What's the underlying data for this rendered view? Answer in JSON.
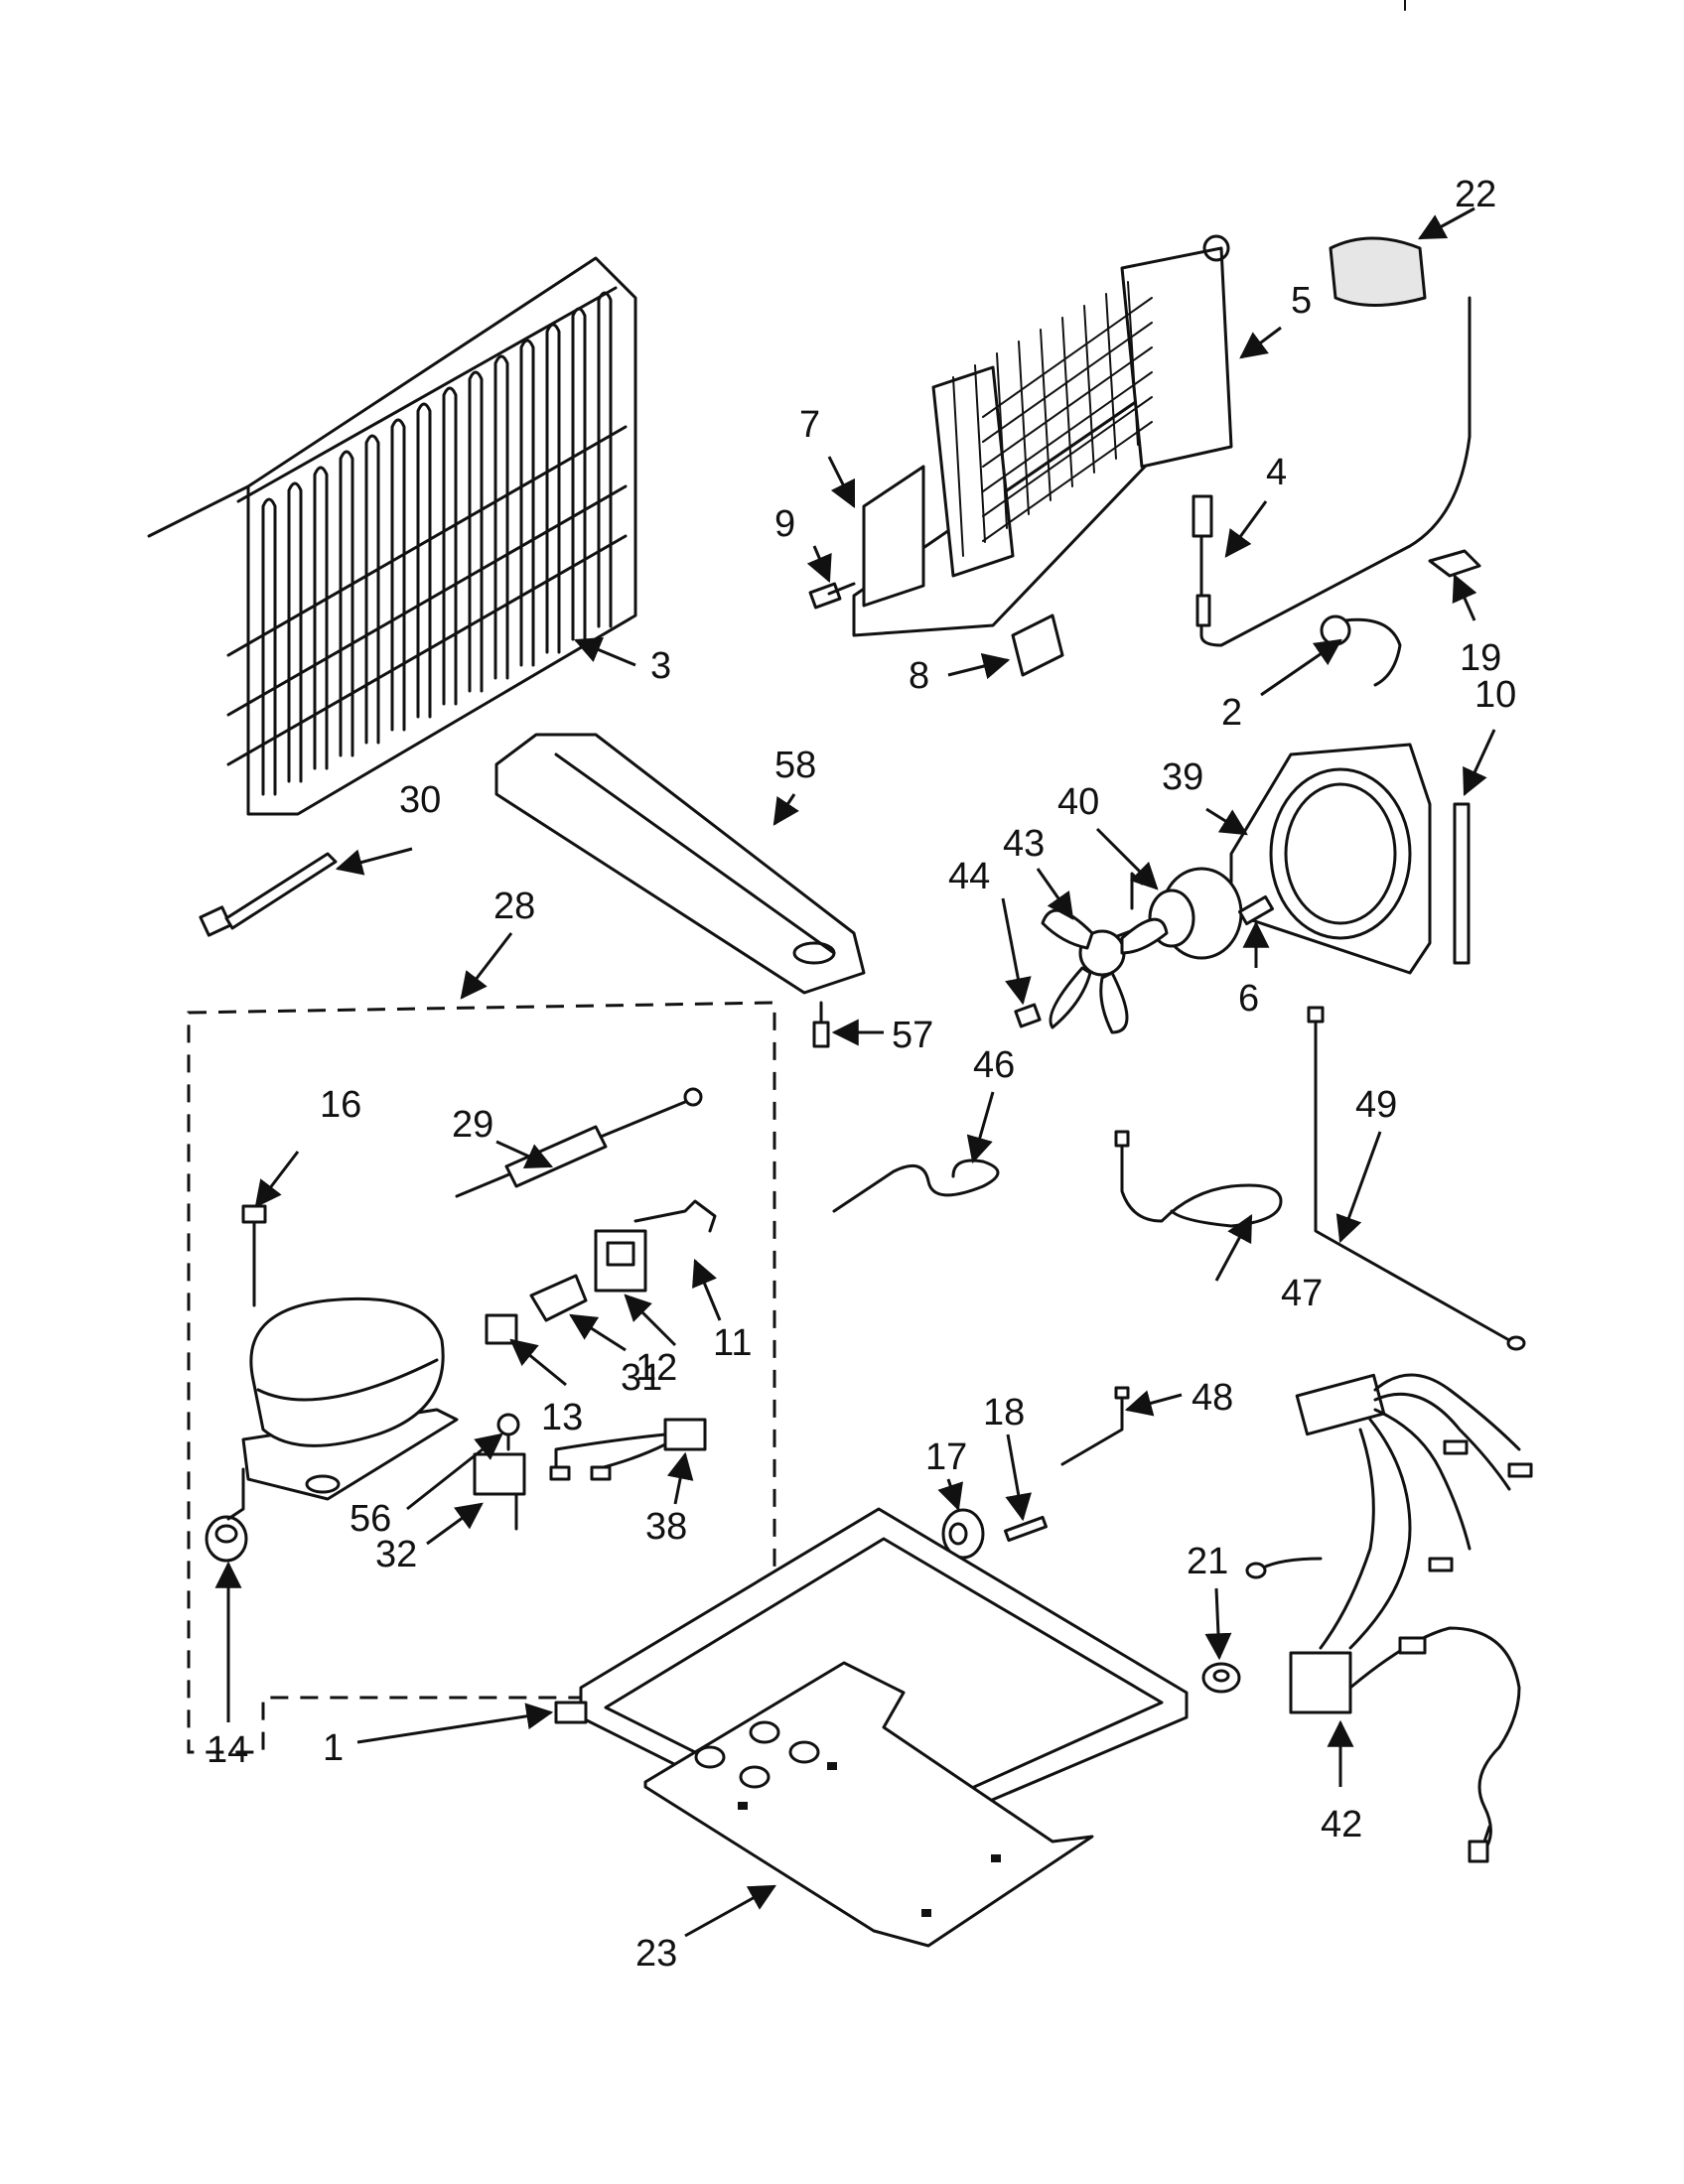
{
  "diagram": {
    "callouts": [
      {
        "id": "c1",
        "text": "1"
      },
      {
        "id": "c2",
        "text": "2"
      },
      {
        "id": "c3",
        "text": "3"
      },
      {
        "id": "c4",
        "text": "4"
      },
      {
        "id": "c5",
        "text": "5"
      },
      {
        "id": "c6",
        "text": "6"
      },
      {
        "id": "c7",
        "text": "7"
      },
      {
        "id": "c8",
        "text": "8"
      },
      {
        "id": "c9",
        "text": "9"
      },
      {
        "id": "c10",
        "text": "10"
      },
      {
        "id": "c11",
        "text": "11"
      },
      {
        "id": "c12",
        "text": "12"
      },
      {
        "id": "c13",
        "text": "13"
      },
      {
        "id": "c14",
        "text": "14"
      },
      {
        "id": "c16",
        "text": "16"
      },
      {
        "id": "c17",
        "text": "17"
      },
      {
        "id": "c18",
        "text": "18"
      },
      {
        "id": "c19",
        "text": "19"
      },
      {
        "id": "c21",
        "text": "21"
      },
      {
        "id": "c22",
        "text": "22"
      },
      {
        "id": "c23",
        "text": "23"
      },
      {
        "id": "c28",
        "text": "28"
      },
      {
        "id": "c29",
        "text": "29"
      },
      {
        "id": "c30",
        "text": "30"
      },
      {
        "id": "c31",
        "text": "31"
      },
      {
        "id": "c32",
        "text": "32"
      },
      {
        "id": "c38",
        "text": "38"
      },
      {
        "id": "c39",
        "text": "39"
      },
      {
        "id": "c40",
        "text": "40"
      },
      {
        "id": "c42",
        "text": "42"
      },
      {
        "id": "c43",
        "text": "43"
      },
      {
        "id": "c44",
        "text": "44"
      },
      {
        "id": "c46",
        "text": "46"
      },
      {
        "id": "c47",
        "text": "47"
      },
      {
        "id": "c48",
        "text": "48"
      },
      {
        "id": "c49",
        "text": "49"
      },
      {
        "id": "c56",
        "text": "56"
      },
      {
        "id": "c57",
        "text": "57"
      },
      {
        "id": "c58",
        "text": "58"
      }
    ]
  }
}
